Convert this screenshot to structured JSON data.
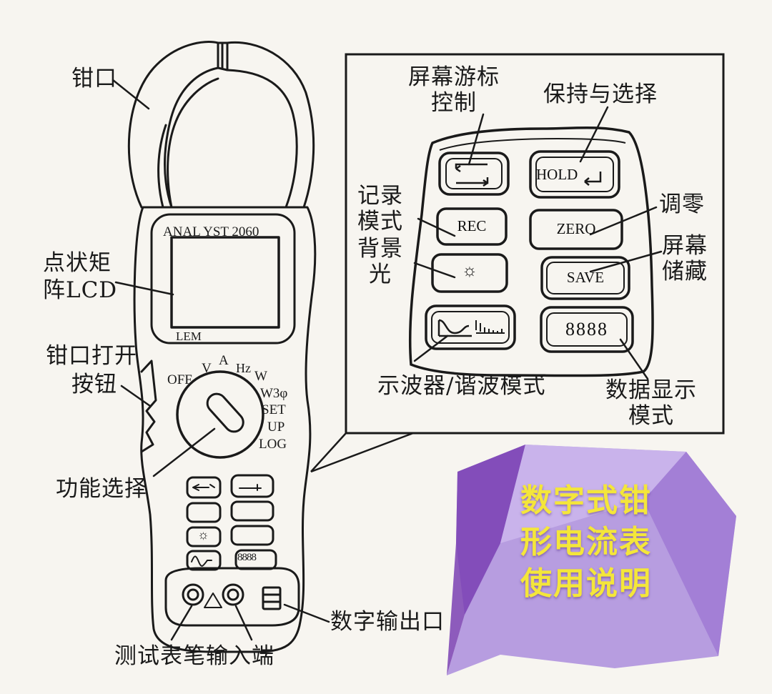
{
  "device": {
    "model": "ANAL YST 2060",
    "brand": "LEM",
    "dial": {
      "off": "OFF",
      "v": "V",
      "a": "A",
      "hz": "Hz",
      "w": "W",
      "w3": "W3φ",
      "set": "SET",
      "up": "UP",
      "log": "LOG"
    }
  },
  "keypad": {
    "hold": "HOLD",
    "rec": "REC",
    "zero": "ZERO",
    "save": "SAVE",
    "backlight_symbol": "☼",
    "digits_symbol": "8888"
  },
  "labels": {
    "jaw": "钳口",
    "lcd_line1": "点状矩",
    "lcd_line2": "阵LCD",
    "jaw_open_line1": "钳口打开",
    "jaw_open_line2": "按钮",
    "function_select": "功能选择",
    "test_lead_input": "测试表笔输入端",
    "digital_output": "数字输出口",
    "cursor_line1": "屏幕游标",
    "cursor_line2": "控制",
    "hold_select": "保持与选择",
    "record_line1": "记录",
    "record_line2": "模式",
    "backlight_line1": "背景",
    "backlight_line2": "光",
    "zero": "调零",
    "screen_save_line1": "屏幕",
    "screen_save_line2": "储藏",
    "scope_harmonic": "示波器/谐波模式",
    "data_display_line1": "数据显示",
    "data_display_line2": "模式"
  },
  "badge": {
    "line1": "数字式钳",
    "line2": "形电流表",
    "line3": "使用说明",
    "text_color": "#f4e63a",
    "bg_color": "#b79de0",
    "bg_dark": "#7a3fb3"
  }
}
